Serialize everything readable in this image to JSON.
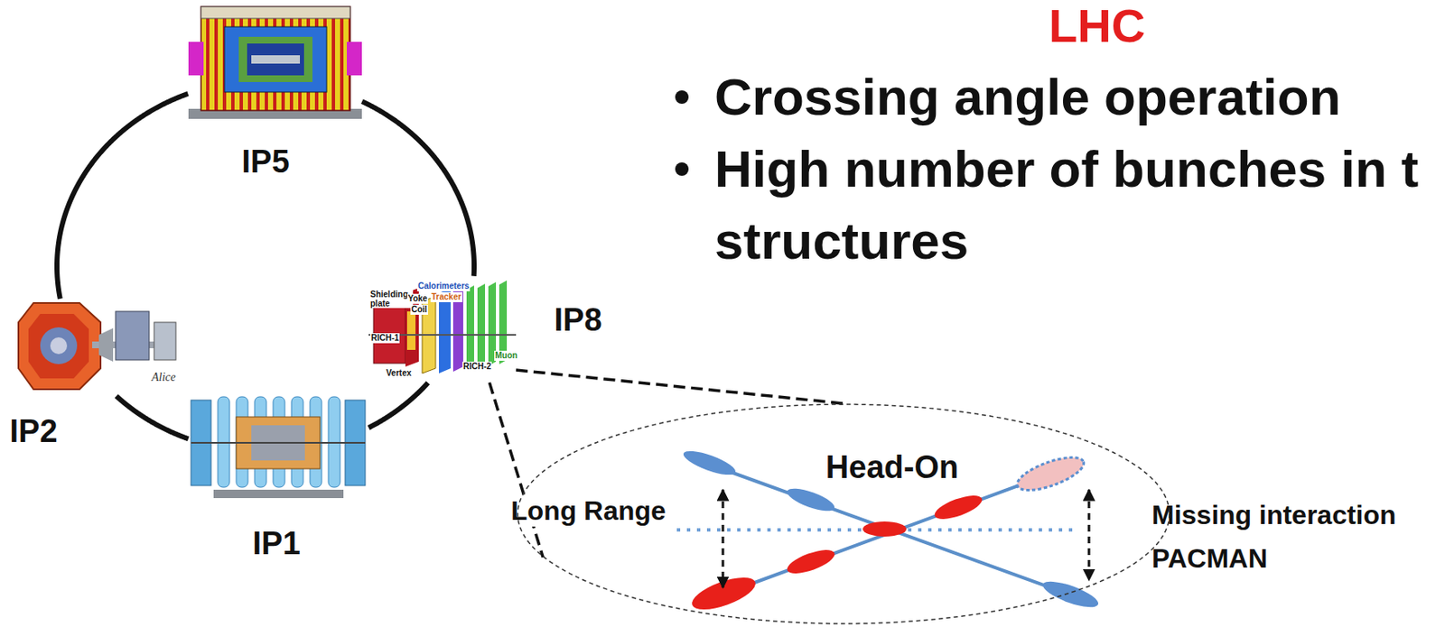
{
  "diagram": {
    "title": "LHC",
    "nodes": [
      {
        "text": [
          "IP5"
        ]
      },
      {
        "text": [
          "IP2"
        ]
      },
      {
        "text": [
          "IP8"
        ]
      },
      {
        "text": [
          "IP1"
        ]
      },
      {
        "text": [
          "Head-On"
        ]
      }
    ],
    "edges": [
      {
        "from": 0,
        "to": 2,
        "arrow": "none"
      },
      {
        "from": 2,
        "to": 3,
        "arrow": "none"
      },
      {
        "from": 3,
        "to": 1,
        "arrow": "none"
      },
      {
        "from": 1,
        "to": 0,
        "arrow": "none"
      },
      {
        "from": 2,
        "to": 4,
        "arrow": "none"
      }
    ],
    "labels": [
      "Crossing angle operation",
      "High number of bunches in t structures",
      "Long Range",
      "Missing interaction PACMAN",
      "Shielding plate",
      "Yoke",
      "Coil",
      "Calorimeters",
      "Tracker",
      "RICH-1",
      "Vertex",
      "RICH-2",
      "Muon",
      "Alice"
    ]
  }
}
